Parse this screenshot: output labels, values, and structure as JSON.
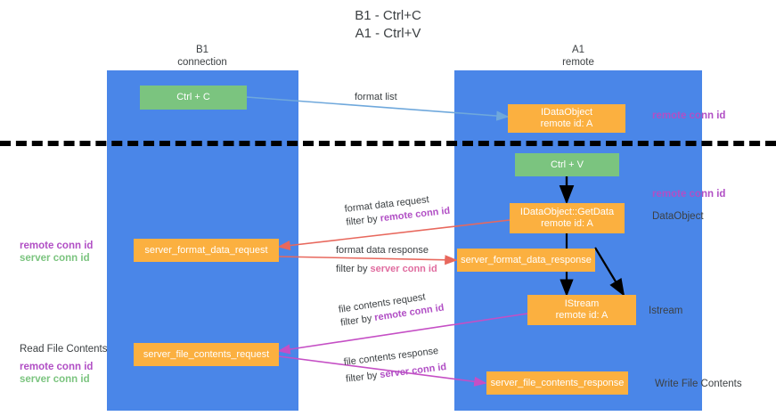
{
  "title": {
    "line1": "B1 - Ctrl+C",
    "line2": "A1 - Ctrl+V"
  },
  "columns": [
    {
      "name": "B1",
      "sub": "connection"
    },
    {
      "name": "A1",
      "sub": "remote"
    }
  ],
  "nodes": {
    "ctrl_c": {
      "label": "Ctrl + C",
      "color": "#7bc47f"
    },
    "ctrl_v": {
      "label": "Ctrl + V",
      "color": "#7bc47f"
    },
    "data_object": {
      "line1": "IDataObject",
      "line2": "remote id: A",
      "color": "#fbb040"
    },
    "get_data": {
      "line1": "IDataObject::GetData",
      "line2": "remote id: A",
      "color": "#fbb040"
    },
    "istream": {
      "line1": "IStream",
      "line2": "remote id: A",
      "color": "#fbb040"
    },
    "server_format_data_request": {
      "label": "server_format_data_request",
      "color": "#fbb040"
    },
    "server_format_data_response": {
      "label": "server_format_data_response",
      "color": "#fbb040"
    },
    "server_file_contents_request": {
      "label": "server_file_contents_request",
      "color": "#fbb040"
    },
    "server_file_contents_response": {
      "label": "server_file_contents_response",
      "color": "#fbb040"
    }
  },
  "edges": {
    "format_list": {
      "label": "format list"
    },
    "format_data_request": {
      "line1": "format data request",
      "filter_prefix": "filter by ",
      "filter_key": "remote conn id"
    },
    "format_data_response": {
      "line1": "format data response",
      "filter_prefix": "filter by ",
      "filter_key": "server conn id"
    },
    "file_contents_request": {
      "line1": "file contents request",
      "filter_prefix": "filter by ",
      "filter_key": "remote conn id"
    },
    "file_contents_response": {
      "line1": "file contents response",
      "filter_prefix": "filter by ",
      "filter_key": "server conn id"
    }
  },
  "annotations": {
    "right_remote_conn_id_top": "remote conn id",
    "right_remote_conn_id_mid": "remote conn id",
    "right_data_object": "DataObject",
    "right_istream": "Istream",
    "right_write_file_contents": "Write File Contents",
    "left_remote_conn_id_1": "remote conn id",
    "left_server_conn_id_1": "server conn id",
    "left_read_file_contents": "Read File Contents",
    "left_remote_conn_id_2": "remote conn id",
    "left_server_conn_id_2": "server conn id"
  },
  "colors": {
    "lane": "#4a86e8",
    "green": "#7bc47f",
    "orange": "#fbb040",
    "purple": "#b14fc5",
    "pink": "#e06c9f",
    "conn_green": "#7bc47f",
    "arrow_blue": "#6fa8dc",
    "arrow_red": "#e8685d",
    "arrow_magenta": "#c54fc5",
    "arrow_black": "#000000",
    "text": "#3c4043"
  }
}
